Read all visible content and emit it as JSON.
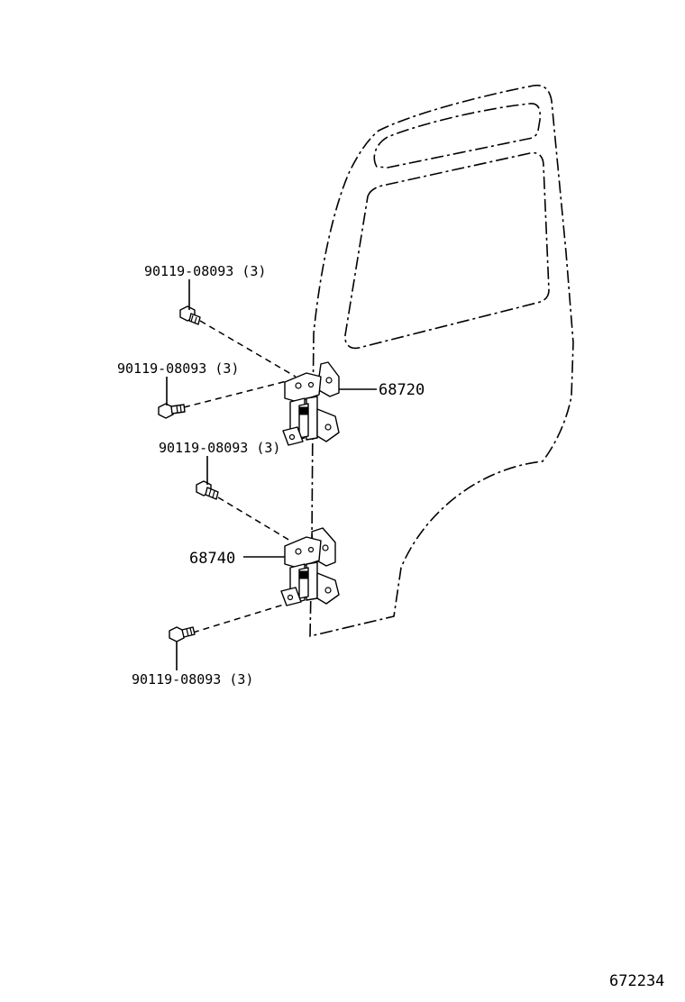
{
  "diagram": {
    "callouts": {
      "bolt_1": "90119-08093 (3)",
      "bolt_2": "90119-08093 (3)",
      "bolt_3": "90119-08093 (3)",
      "bolt_4": "90119-08093 (3)",
      "upper_hinge": "68720",
      "lower_hinge": "68740"
    },
    "figure_number": "672234"
  }
}
